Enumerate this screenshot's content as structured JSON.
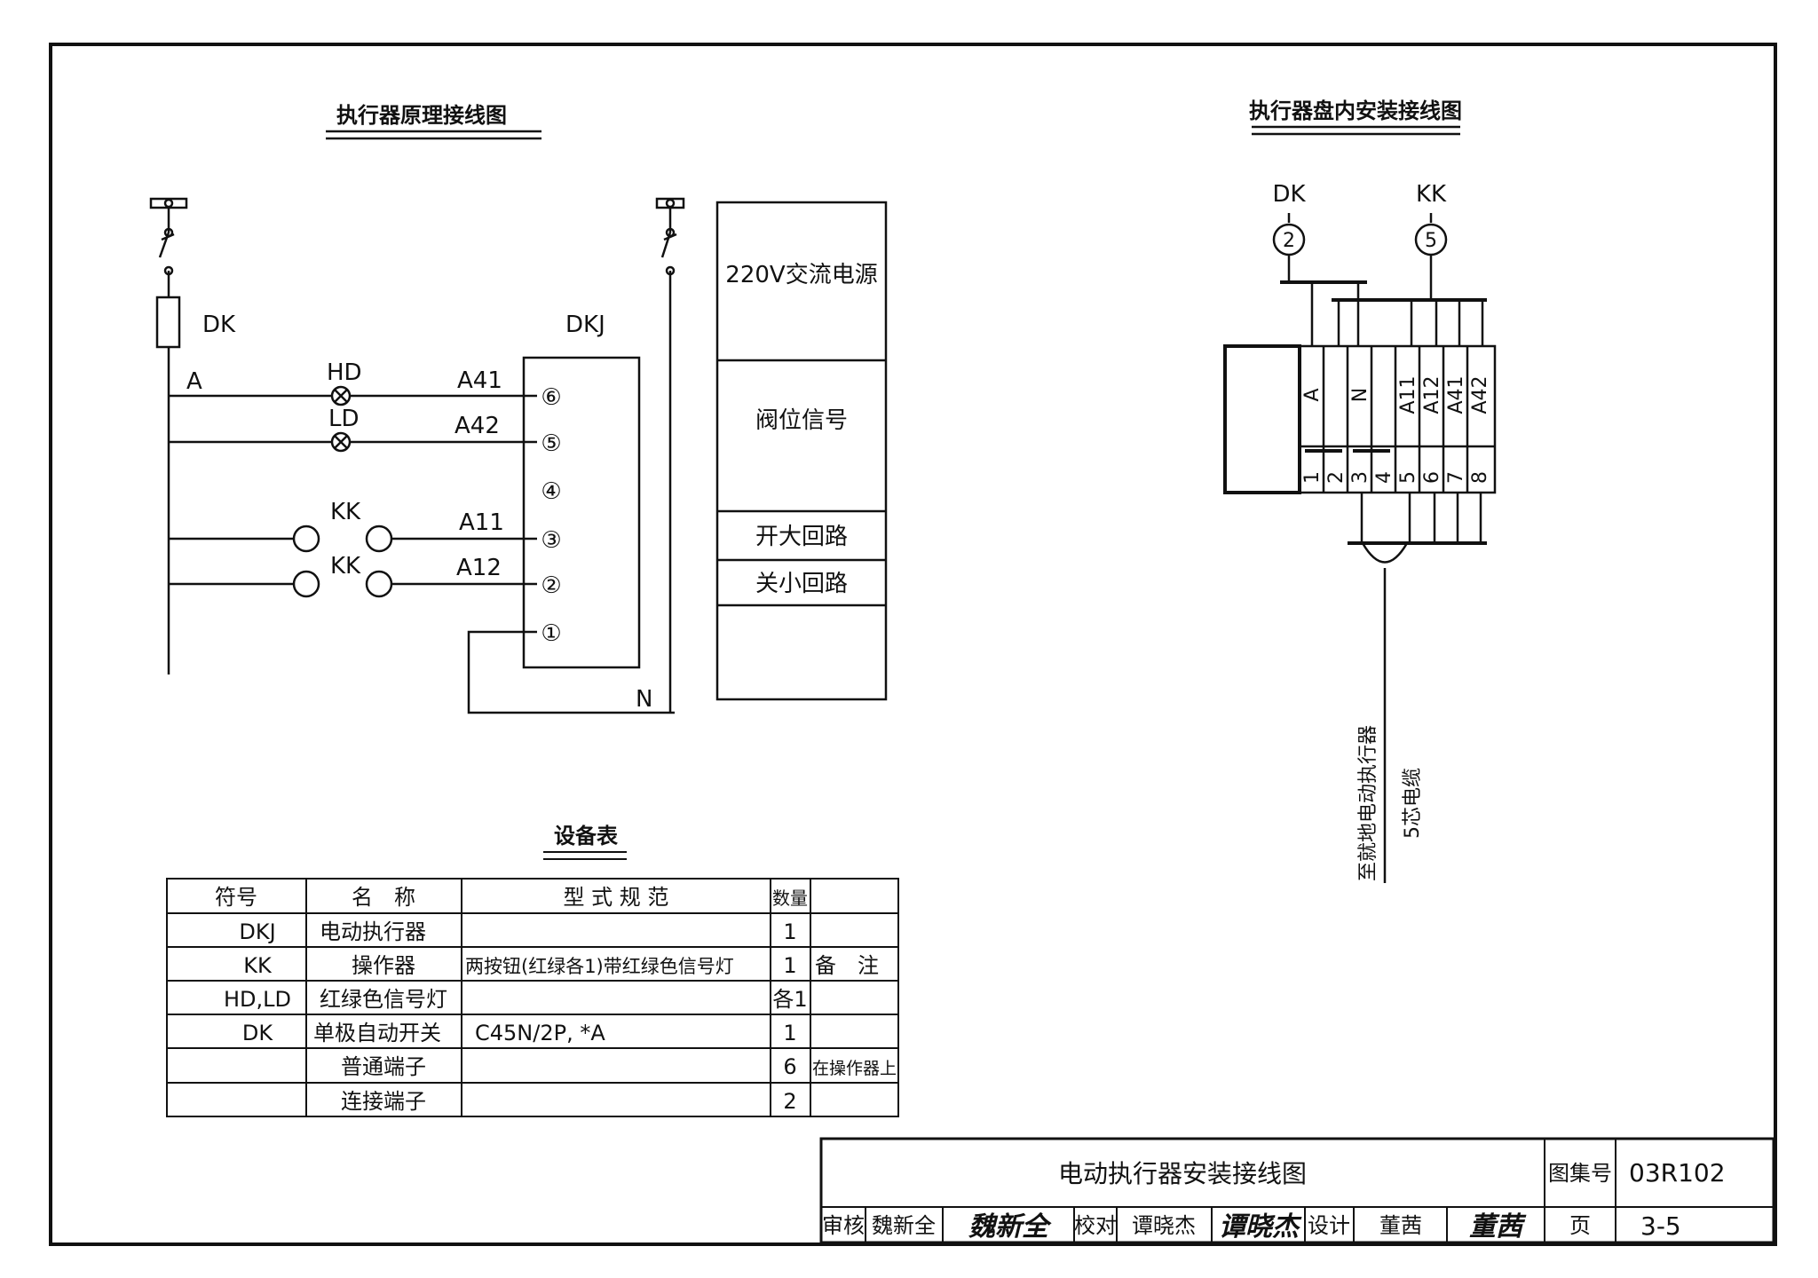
{
  "left_diagram": {
    "title": "执行器原理接线图",
    "dk_label": "DK",
    "dkj_label": "DKJ",
    "a_label": "A",
    "n_label": "N",
    "hd_label": "HD",
    "ld_label": "LD",
    "kk_label_1": "KK",
    "kk_label_2": "KK",
    "wires": [
      "A41",
      "A42",
      "A11",
      "A12"
    ],
    "terminals": [
      "⑥",
      "⑤",
      "④",
      "③",
      "②",
      "①"
    ],
    "function_blocks": [
      "220V交流电源",
      "阀位信号",
      "开大回路",
      "关小回路",
      ""
    ]
  },
  "right_diagram": {
    "title": "执行器盘内安装接线图",
    "dk_label": "DK",
    "dk_circle": "2",
    "kk_label": "KK",
    "kk_circle": "5",
    "strip_signals": [
      "A",
      "",
      "N",
      "",
      "A11",
      "A12",
      "A41",
      "A42"
    ],
    "strip_numbers": [
      "1",
      "2",
      "3",
      "4",
      "5",
      "6",
      "7",
      "8"
    ],
    "cable_text_1": "至就地电动执行器",
    "cable_text_2": "5芯电缆"
  },
  "equipment_table": {
    "title": "设备表",
    "headers": [
      "符号",
      "名　称",
      "型 式 规 范",
      "数量",
      ""
    ],
    "rows": [
      [
        "DKJ",
        "电动执行器",
        "",
        "1",
        ""
      ],
      [
        "KK",
        "操作器",
        "两按钮(红绿各1)带红绿色信号灯",
        "1",
        "备　注"
      ],
      [
        "HD,LD",
        "红绿色信号灯",
        "",
        "各1",
        ""
      ],
      [
        "DK",
        "单极自动开关",
        "C45N/2P, *A",
        "1",
        ""
      ],
      [
        "",
        "普通端子",
        "",
        "6",
        "在操作器上"
      ],
      [
        "",
        "连接端子",
        "",
        "2",
        ""
      ]
    ]
  },
  "title_block": {
    "drawing_title": "电动执行器安装接线图",
    "atlas_label": "图集号",
    "atlas_no": "03R102",
    "page_label": "页",
    "page_no": "3-5",
    "review_label": "审核",
    "reviewer": "魏新全",
    "reviewer_sig": "魏新全",
    "check_label": "校对",
    "checker": "谭晓杰",
    "checker_sig": "谭晓杰",
    "design_label": "设计",
    "designer": "董茜",
    "designer_sig": "董茜"
  }
}
